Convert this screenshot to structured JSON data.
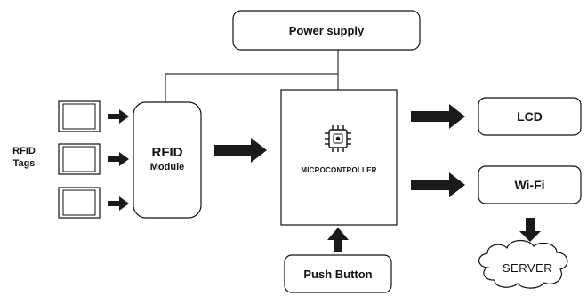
{
  "power_supply": {
    "label": "Power supply"
  },
  "rfid_tags": {
    "label_line1": "RFID",
    "label_line2": "Tags"
  },
  "rfid_module": {
    "title": "RFID",
    "subtitle": "Module"
  },
  "microcontroller": {
    "label": "MICROCONTROLLER",
    "icon": "chip-icon"
  },
  "lcd": {
    "label": "LCD"
  },
  "wifi": {
    "label": "Wi-Fi"
  },
  "push_button": {
    "label": "Push Button"
  },
  "server": {
    "label": "SERVER"
  },
  "colors": {
    "stroke": "#111111",
    "fill": "#ffffff",
    "arrow": "#1a1a1a"
  }
}
